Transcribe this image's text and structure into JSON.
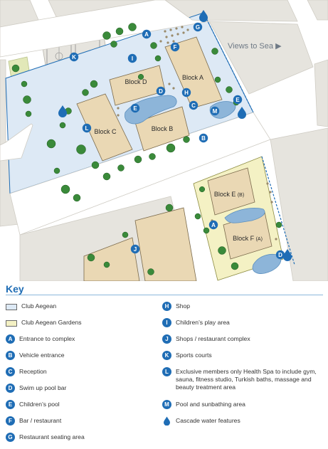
{
  "map": {
    "colors": {
      "road": "#ffffff",
      "plot": "#e6e4de",
      "club_area": "#dde9f5",
      "gardens_area": "#f4f1c4",
      "building": "#ead8b4",
      "pool": "#8db5d9",
      "marker": "#1f6db5",
      "tree": "#3a8a3a"
    },
    "views_label": "Views to Sea",
    "views_arrow": "▶",
    "blocks": {
      "a": "Block A",
      "b": "Block B",
      "c": "Block C",
      "d": "Block D",
      "e": "Block E",
      "e_sub": "(B)",
      "f": "Block F",
      "f_sub": "(A)"
    },
    "markers": {
      "a": "A",
      "b": "B",
      "c": "C",
      "d": "D",
      "e": "E",
      "f": "F",
      "g": "G",
      "h": "H",
      "i": "I",
      "j": "J",
      "k": "K",
      "l": "L",
      "m": "M"
    }
  },
  "key": {
    "title": "Key",
    "items": [
      {
        "badge": "",
        "label": "Club Aegean"
      },
      {
        "badge": "",
        "label": "Club Aegean Gardens"
      },
      {
        "badge": "A",
        "label": "Entrance to complex"
      },
      {
        "badge": "B",
        "label": "Vehicle entrance"
      },
      {
        "badge": "C",
        "label": "Reception"
      },
      {
        "badge": "D",
        "label": "Swim up pool bar"
      },
      {
        "badge": "E",
        "label": "Children’s pool"
      },
      {
        "badge": "F",
        "label": "Bar / restaurant"
      },
      {
        "badge": "G",
        "label": "Restaurant seating area"
      },
      {
        "badge": "H",
        "label": "Shop"
      },
      {
        "badge": "I",
        "label": "Children’s play area"
      },
      {
        "badge": "J",
        "label": "Shops / restaurant complex"
      },
      {
        "badge": "K",
        "label": "Sports courts"
      },
      {
        "badge": "L",
        "label": "Exclusive members only Health Spa to include gym, sauna, fitness studio, Turkish baths, massage and beauty treatment area"
      },
      {
        "badge": "M",
        "label": "Pool and sunbathing area"
      },
      {
        "badge": "",
        "label": "Cascade water features"
      }
    ]
  }
}
